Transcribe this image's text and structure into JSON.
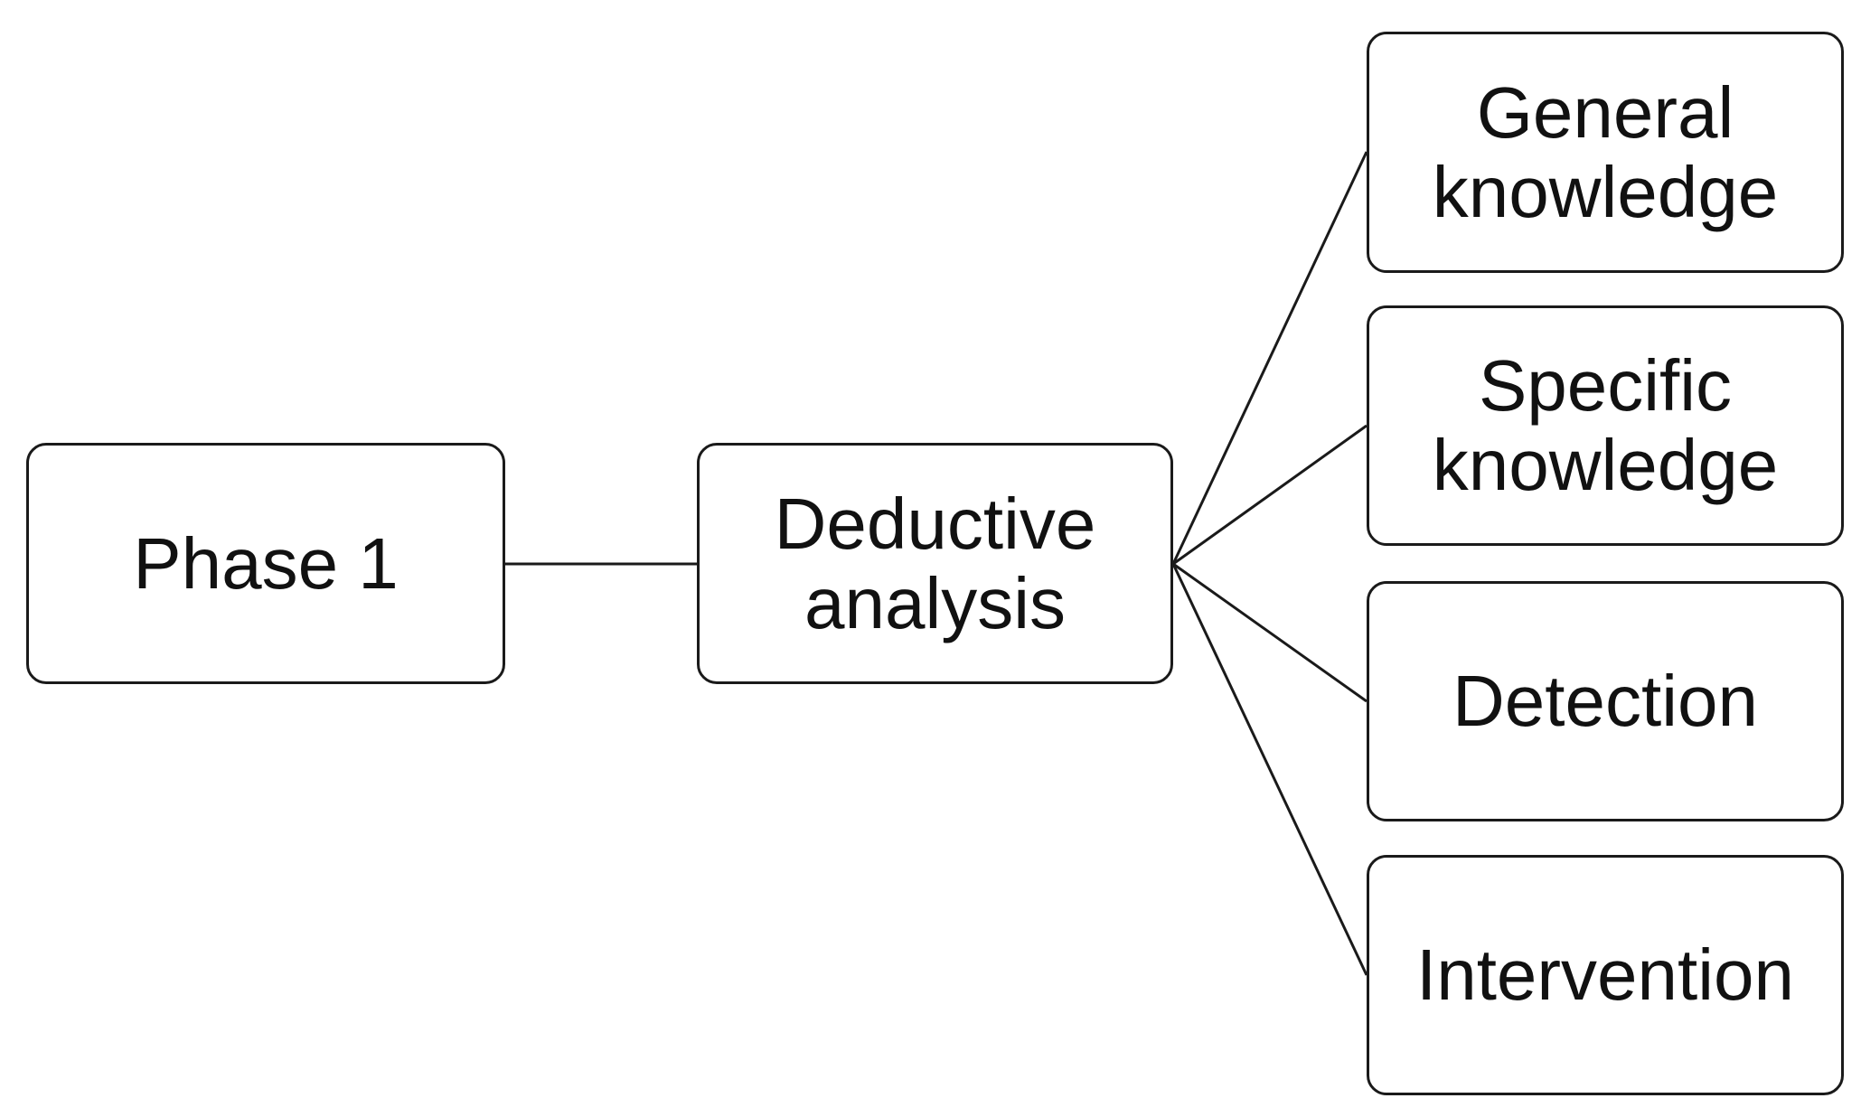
{
  "diagram": {
    "root": {
      "label": "Phase 1"
    },
    "analysis": {
      "label": "Deductive\nanalysis"
    },
    "categories": [
      {
        "label": "General\nknowledge"
      },
      {
        "label": "Specific\nknowledge"
      },
      {
        "label": "Detection"
      },
      {
        "label": "Intervention"
      }
    ],
    "edges": [
      {
        "from": "Phase 1",
        "to": "Deductive analysis"
      },
      {
        "from": "Deductive analysis",
        "to": "General knowledge"
      },
      {
        "from": "Deductive analysis",
        "to": "Specific knowledge"
      },
      {
        "from": "Deductive analysis",
        "to": "Detection"
      },
      {
        "from": "Deductive analysis",
        "to": "Intervention"
      }
    ],
    "colors": {
      "line": "#1a1a1a",
      "text": "#111111",
      "background": "#ffffff"
    }
  }
}
